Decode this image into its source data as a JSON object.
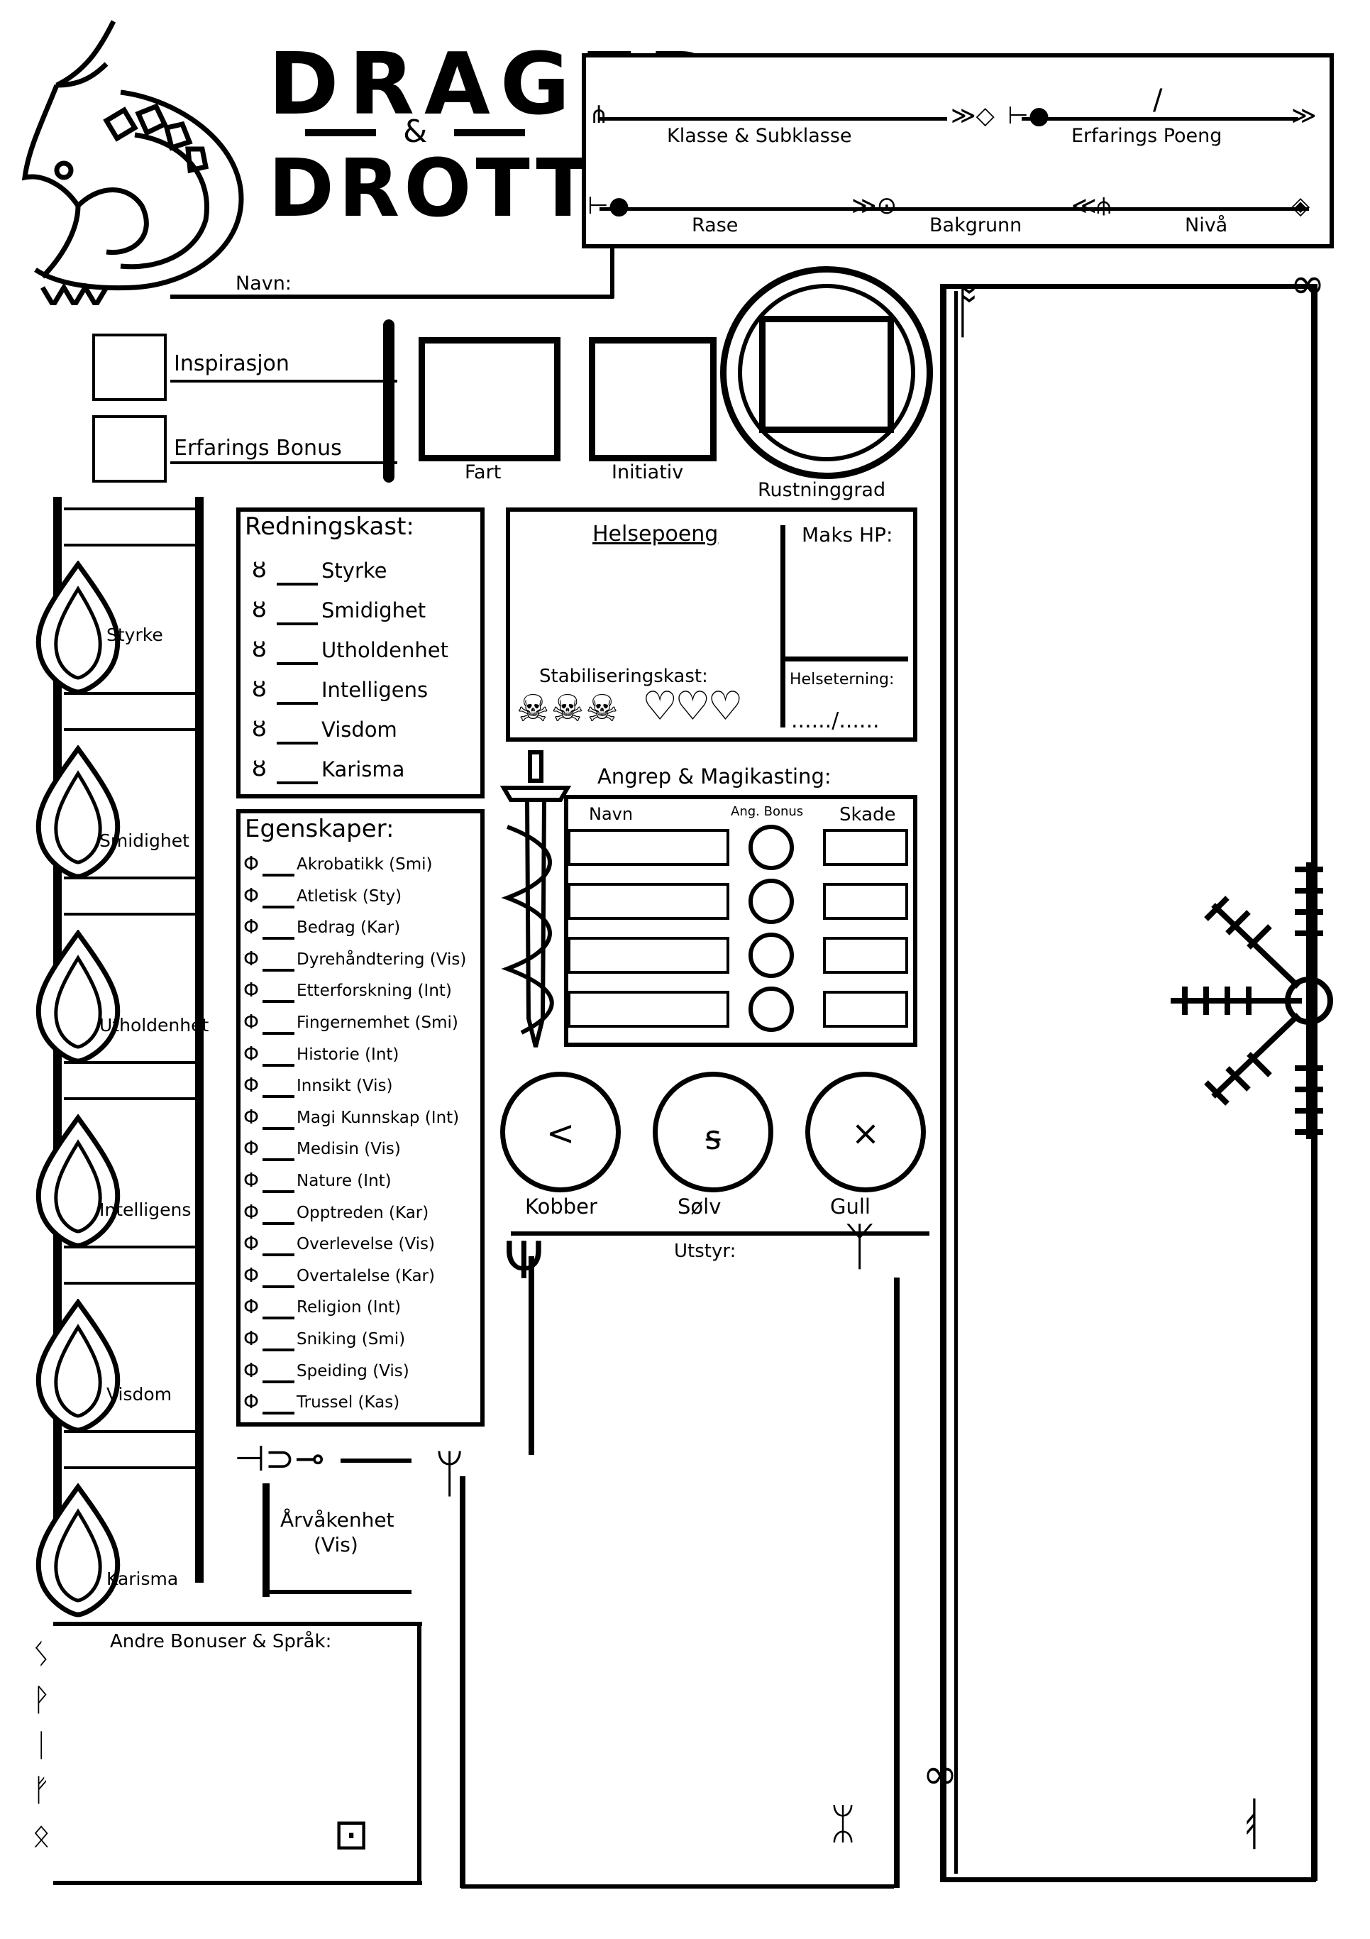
{
  "header": {
    "title_line1": "DRAGER",
    "amp": "&",
    "title_line2": "DROTTNER",
    "name_label": "Navn:",
    "class_label": "Klasse & Subklasse",
    "xp_label": "Erfarings Poeng",
    "xp_separator": "/",
    "race_label": "Rase",
    "background_label": "Bakgrunn",
    "level_label": "Nivå"
  },
  "top": {
    "inspiration_label": "Inspirasjon",
    "proficiency_label": "Erfarings Bonus",
    "speed_label": "Fart",
    "initiative_label": "Initiativ",
    "armor_label": "Rustninggrad"
  },
  "abilities": [
    "Styrke",
    "Smidighet",
    "Utholdenhet",
    "Intelligens",
    "Visdom",
    "Karisma"
  ],
  "saving_throws": {
    "title": "Redningskast:",
    "items": [
      "Styrke",
      "Smidighet",
      "Utholdenhet",
      "Intelligens",
      "Visdom",
      "Karisma"
    ]
  },
  "skills": {
    "title": "Egenskaper:",
    "items": [
      "Akrobatikk (Smi)",
      "Atletisk (Sty)",
      "Bedrag (Kar)",
      "Dyrehåndtering (Vis)",
      "Etterforskning (Int)",
      "Fingernemhet (Smi)",
      "Historie (Int)",
      "Innsikt (Vis)",
      "Magi Kunnskap (Int)",
      "Medisin (Vis)",
      "Nature (Int)",
      "Opptreden (Kar)",
      "Overlevelse (Vis)",
      "Overtalelse (Kar)",
      "Religion (Int)",
      "Sniking (Smi)",
      "Speiding (Vis)",
      "Trussel (Kas)"
    ]
  },
  "perception": {
    "label_line1": "Årvåkenhet",
    "label_line2": "(Vis)"
  },
  "hp": {
    "title": "Helsepoeng",
    "max_label": "Maks HP:",
    "death_saves_label": "Stabiliseringskast:",
    "hit_dice_label": "Helseterning:",
    "hit_dice_value": "....../......"
  },
  "attacks": {
    "title": "Angrep & Magikasting:",
    "col_name": "Navn",
    "col_bonus": "Ang. Bonus",
    "col_damage": "Skade",
    "rows": 4
  },
  "coins": [
    {
      "label": "Kobber",
      "symbol": "<"
    },
    {
      "label": "Sølv",
      "symbol": "ꟊ"
    },
    {
      "label": "Gull",
      "symbol": "×"
    }
  ],
  "equipment_label": "Utstyr:",
  "other_label": "Andre Bonuser & Språk:"
}
